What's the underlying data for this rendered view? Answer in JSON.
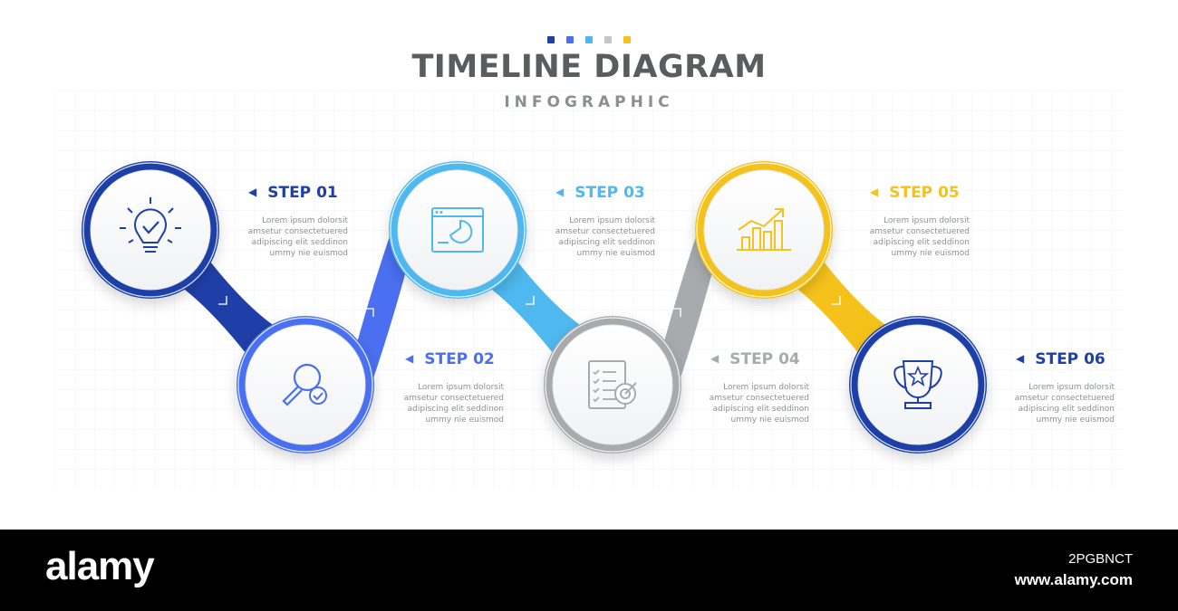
{
  "header": {
    "title": "TIMELINE DIAGRAM",
    "subtitle": "INFOGRAPHIC",
    "dot_colors": [
      "#1f3fa8",
      "#4a6ff0",
      "#4fb8ee",
      "#c3c5c8",
      "#f4c21a"
    ]
  },
  "steps": [
    {
      "label": "STEP 01",
      "color": "#1f3fa8",
      "icon": "lightbulb-check-icon",
      "text": [
        "Lorem ipsum dolorsit",
        "amsetur consectetuered",
        "adipiscing elit seddinon",
        "ummy nie euismod"
      ]
    },
    {
      "label": "STEP 02",
      "color": "#4a6ff0",
      "icon": "magnifier-check-icon",
      "text": [
        "Lorem ipsum dolorsit",
        "amsetur consectetuered",
        "adipiscing elit seddinon",
        "ummy nie euismod"
      ]
    },
    {
      "label": "STEP 03",
      "color": "#4fb8ee",
      "icon": "browser-chart-icon",
      "text": [
        "Lorem ipsum dolorsit",
        "amsetur consectetuered",
        "adipiscing elit seddinon",
        "ummy nie euismod"
      ]
    },
    {
      "label": "STEP 04",
      "color": "#a8aaae",
      "icon": "checklist-target-icon",
      "text": [
        "Lorem ipsum dolorsit",
        "amsetur consectetuered",
        "adipiscing elit seddinon",
        "ummy nie euismod"
      ]
    },
    {
      "label": "STEP 05",
      "color": "#f4c21a",
      "icon": "growth-chart-icon",
      "text": [
        "Lorem ipsum dolorsit",
        "amsetur consectetuered",
        "adipiscing elit seddinon",
        "ummy nie euismod"
      ]
    },
    {
      "label": "STEP 06",
      "color": "#1f3fa8",
      "icon": "trophy-icon",
      "text": [
        "Lorem ipsum dolorsit",
        "amsetur consectetuered",
        "adipiscing elit seddinon",
        "ummy nie euismod"
      ]
    }
  ],
  "watermark": {
    "logo": "alamy",
    "image_id": "2PGBNCT",
    "url": "www.alamy.com"
  }
}
